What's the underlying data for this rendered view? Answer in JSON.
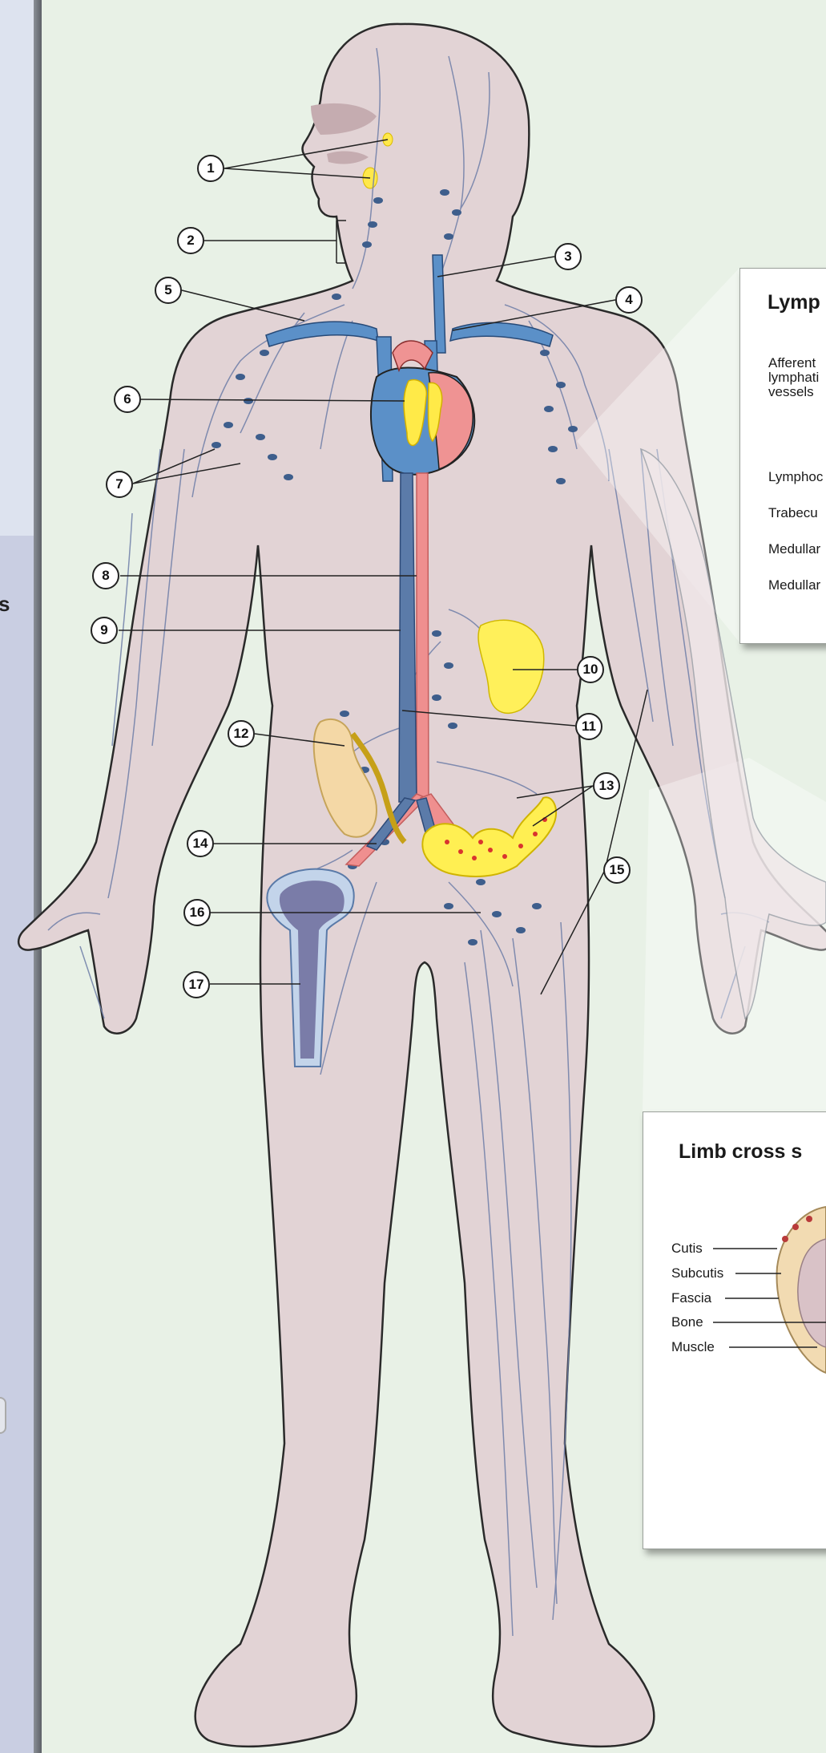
{
  "callouts": [
    "1",
    "2",
    "3",
    "4",
    "5",
    "6",
    "7",
    "8",
    "9",
    "10",
    "11",
    "12",
    "13",
    "14",
    "15",
    "16",
    "17"
  ],
  "left_panel_letter": "s",
  "lymph_panel": {
    "title": "Lymp",
    "labels": [
      "Afferent",
      "lymphati",
      "vessels",
      "Lymphoc",
      "Trabecu",
      "Medullar",
      "Medullar"
    ]
  },
  "limb_panel": {
    "title": "Limb cross s",
    "labels": [
      "Cutis",
      "Subcutis",
      "Fascia",
      "Bone",
      "Muscle"
    ]
  },
  "colors": {
    "background": "#e8f1e6",
    "skin": "#e2d3d5",
    "vein": "#5a7aa8",
    "artery": "#ee8f8f",
    "lymph_node": "#3e5e8c",
    "organ_yellow": "#fff05a",
    "bone_blue": "#9aa6cc"
  }
}
